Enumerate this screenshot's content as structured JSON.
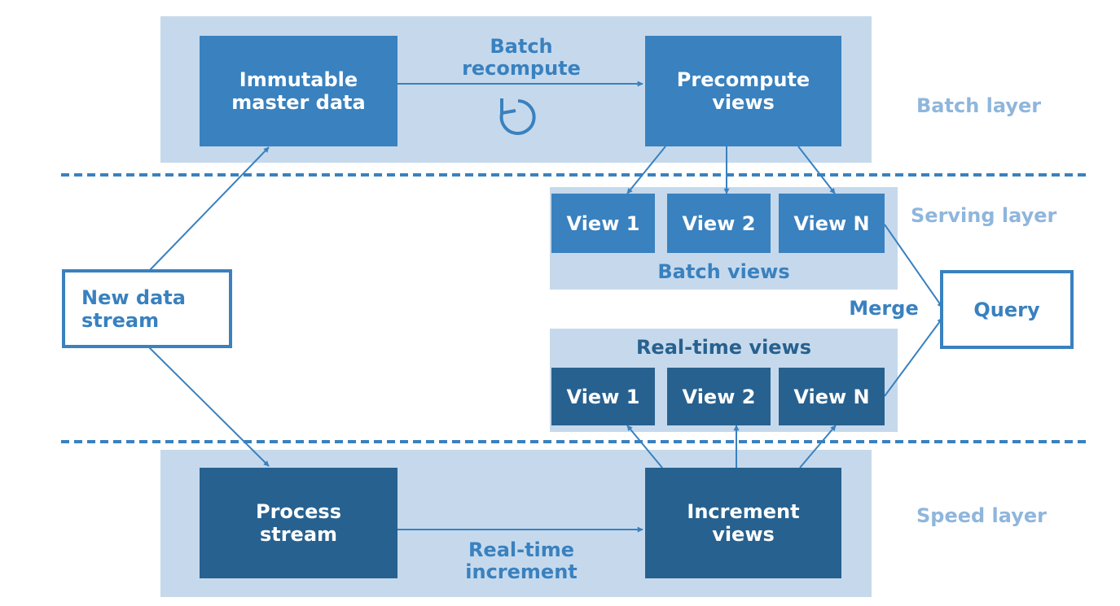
{
  "colors": {
    "panel_fill": "#c6d9ec",
    "box_mid": "#3981bf",
    "box_dark": "#27618f",
    "arrow": "#3981bf",
    "layer_label": "#8fb6dc"
  },
  "layers": {
    "batch": "Batch layer",
    "serving": "Serving layer",
    "speed": "Speed layer"
  },
  "nodes": {
    "new_data_stream": "New data\nstream",
    "immutable_master_data": "Immutable\nmaster data",
    "precompute_views": "Precompute\nviews",
    "process_stream": "Process\nstream",
    "increment_views": "Increment\nviews",
    "query": "Query"
  },
  "batch_views": {
    "title": "Batch views",
    "items": [
      "View 1",
      "View 2",
      "View N"
    ]
  },
  "realtime_views": {
    "title": "Real-time views",
    "items": [
      "View 1",
      "View 2",
      "View N"
    ]
  },
  "edge_labels": {
    "batch_recompute": "Batch\nrecompute",
    "realtime_increment": "Real-time\nincrement",
    "merge": "Merge"
  },
  "icons": {
    "recompute": "refresh-icon"
  }
}
